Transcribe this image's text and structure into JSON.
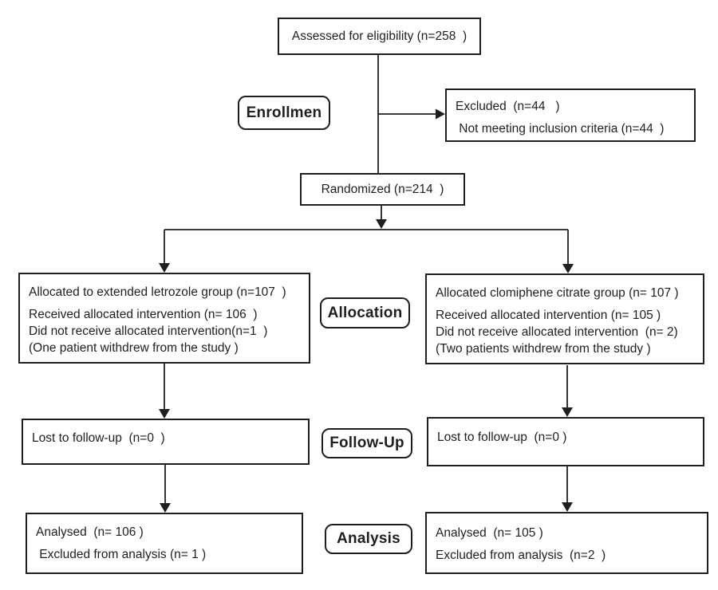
{
  "colors": {
    "line": "#1f1f1f",
    "background": "#ffffff"
  },
  "stage_labels": {
    "enrollment": "Enrollmen",
    "allocation": "Allocation",
    "followup": "Follow-Up",
    "analysis": "Analysis"
  },
  "boxes": {
    "assessed": {
      "text": "Assessed for eligibility (n=258  )"
    },
    "excluded": {
      "lines": [
        "Excluded  (n=44   )",
        " Not meeting inclusion criteria (n=44  )"
      ]
    },
    "randomized": {
      "text": "Randomized (n=214  )"
    },
    "alloc_left": {
      "lines": [
        "Allocated to extended letrozole group (n=107  )",
        "Received allocated intervention (n= 106  )",
        "Did not receive allocated intervention(n=1  )",
        "(One patient withdrew from the study )"
      ]
    },
    "alloc_right": {
      "lines": [
        "Allocated clomiphene citrate group (n= 107 )",
        "Received allocated intervention (n= 105 )",
        "Did not receive allocated intervention  (n= 2)",
        "(Two patients withdrew from the study )"
      ]
    },
    "followup_left": {
      "text": "Lost to follow-up  (n=0  )"
    },
    "followup_right": {
      "text": "Lost to follow-up  (n=0 )"
    },
    "analysis_left": {
      "lines": [
        "Analysed  (n= 106 )",
        " Excluded from analysis (n= 1 )"
      ]
    },
    "analysis_right": {
      "lines": [
        "Analysed  (n= 105 )",
        "Excluded from analysis  (n=2  )"
      ]
    }
  }
}
